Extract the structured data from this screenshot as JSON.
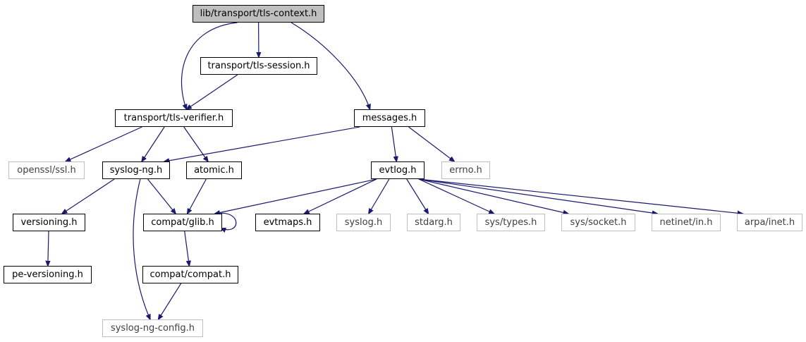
{
  "diagram": {
    "title": "lib/transport/tls-context.h",
    "node_labels": {
      "tls_context": "lib/transport/tls-context.h",
      "tls_session": "transport/tls-session.h",
      "tls_verifier": "transport/tls-verifier.h",
      "messages": "messages.h",
      "openssl_ssl": "openssl/ssl.h",
      "syslog_ng": "syslog-ng.h",
      "atomic": "atomic.h",
      "evtlog": "evtlog.h",
      "errno": "errno.h",
      "versioning": "versioning.h",
      "compat_glib": "compat/glib.h",
      "evtmaps": "evtmaps.h",
      "syslog": "syslog.h",
      "stdarg": "stdarg.h",
      "sys_types": "sys/types.h",
      "sys_socket": "sys/socket.h",
      "netinet_in": "netinet/in.h",
      "arpa_inet": "arpa/inet.h",
      "pe_versioning": "pe-versioning.h",
      "compat_compat": "compat/compat.h",
      "syslog_ng_config": "syslog-ng-config.h"
    },
    "edges": [
      [
        "tls_context",
        "tls_session"
      ],
      [
        "tls_context",
        "tls_verifier"
      ],
      [
        "tls_context",
        "messages"
      ],
      [
        "tls_session",
        "tls_verifier"
      ],
      [
        "tls_verifier",
        "openssl_ssl"
      ],
      [
        "tls_verifier",
        "syslog_ng"
      ],
      [
        "tls_verifier",
        "atomic"
      ],
      [
        "messages",
        "syslog_ng"
      ],
      [
        "messages",
        "evtlog"
      ],
      [
        "messages",
        "errno"
      ],
      [
        "syslog_ng",
        "versioning"
      ],
      [
        "syslog_ng",
        "compat_glib"
      ],
      [
        "syslog_ng",
        "syslog_ng_config"
      ],
      [
        "atomic",
        "compat_glib"
      ],
      [
        "evtlog",
        "compat_glib"
      ],
      [
        "evtlog",
        "evtmaps"
      ],
      [
        "evtlog",
        "syslog"
      ],
      [
        "evtlog",
        "stdarg"
      ],
      [
        "evtlog",
        "sys_types"
      ],
      [
        "evtlog",
        "sys_socket"
      ],
      [
        "evtlog",
        "netinet_in"
      ],
      [
        "evtlog",
        "arpa_inet"
      ],
      [
        "compat_glib",
        "compat_glib"
      ],
      [
        "compat_glib",
        "compat_compat"
      ],
      [
        "versioning",
        "pe_versioning"
      ],
      [
        "compat_compat",
        "syslog_ng_config"
      ]
    ],
    "colors": {
      "edge": "#191970",
      "root_fill": "#bfbfbf",
      "external_border": "#bfbfbf",
      "external_text": "#3f3f3f"
    }
  }
}
